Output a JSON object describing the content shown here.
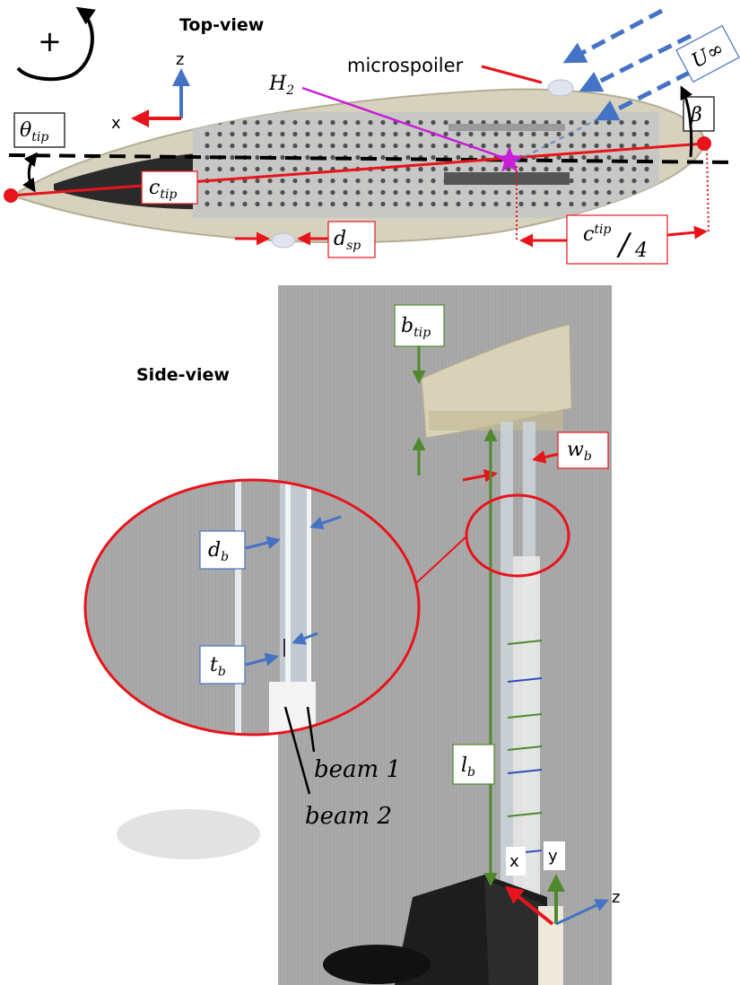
{
  "top_view": {
    "title": "Top-view",
    "rotation_sign": "+",
    "axis_z": "z",
    "axis_x": "x",
    "microspoiler": "microspoiler",
    "h2": {
      "main": "H",
      "sub": "2"
    },
    "theta_tip": {
      "main": "θ",
      "sub": "tip"
    },
    "c_tip": {
      "main": "c",
      "sub": "tip"
    },
    "d_sp": {
      "main": "d",
      "sub": "sp"
    },
    "c_tip_quarter": {
      "main": "c",
      "sub": "tip",
      "slash": "/",
      "den": "4"
    },
    "u_inf": "U∞",
    "beta": "β"
  },
  "side_view": {
    "title": "Side-view",
    "b_tip": {
      "main": "b",
      "sub": "tip"
    },
    "w_b": {
      "main": "w",
      "sub": "b"
    },
    "d_b": {
      "main": "d",
      "sub": "b"
    },
    "t_b": {
      "main": "t",
      "sub": "b"
    },
    "l_b": {
      "main": "l",
      "sub": "b"
    },
    "beam1": "beam 1",
    "beam2": "beam 2",
    "axis_x": "x",
    "axis_y": "y",
    "axis_z": "z"
  },
  "colors": {
    "red": "#e8141b",
    "blue": "#4472c4",
    "green": "#4e8a2c",
    "magenta": "#c81ed8",
    "black": "#000000"
  }
}
